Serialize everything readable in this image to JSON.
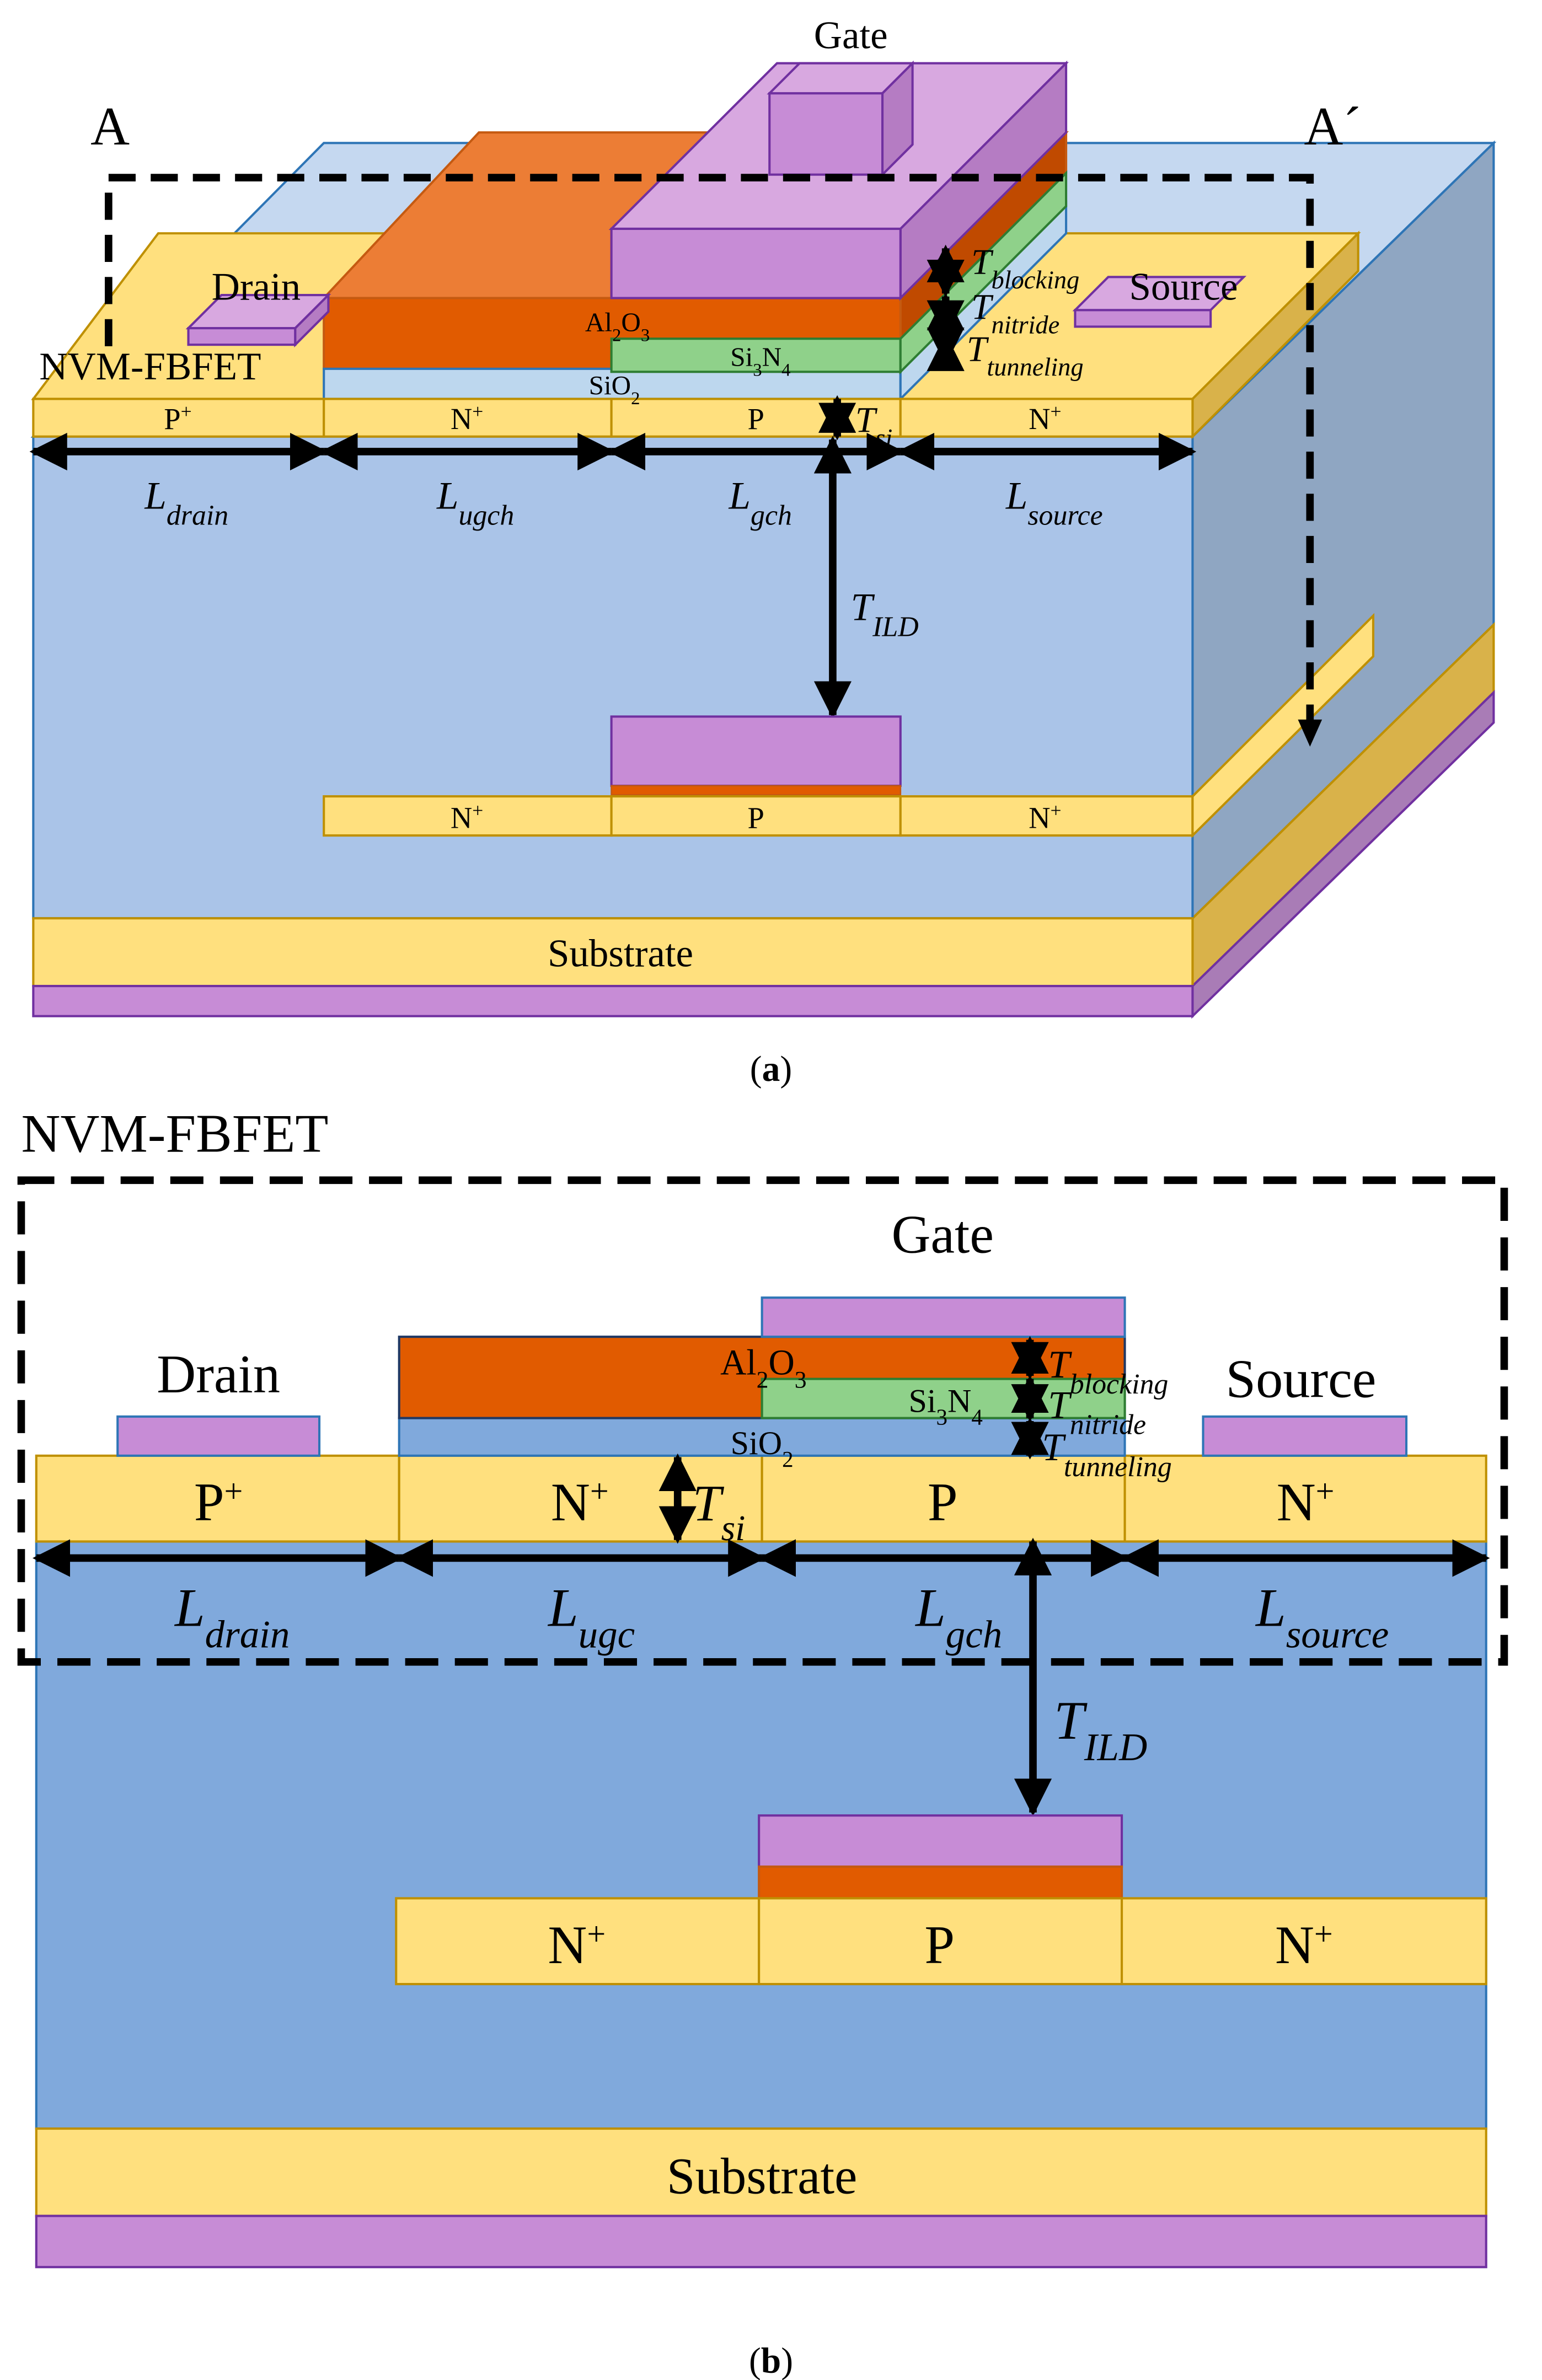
{
  "colors": {
    "silicon": "#FFE07E",
    "silicon_stroke": "#BF9000",
    "oxide_a": "#AAC4E8",
    "oxide_b": "#80A9DC",
    "oxide_stroke": "#2E75B6",
    "al2o3": "#E15B00",
    "al2o3_top": "#EC7D35",
    "si3n4": "#8FD18A",
    "si3n4_stroke": "#2E7D32",
    "metal": "#C78CD6",
    "metal_stroke": "#7030A0",
    "side_dark": "#8AA3BF",
    "sio2_light": "#BDD7EE",
    "sio2_light_stroke": "#2E75B6"
  },
  "panel_a": {
    "caption_open": "(",
    "caption_letter": "a",
    "caption_close": ")",
    "section_left": "A",
    "section_right": "A´",
    "device_name": "NVM-FBFET",
    "gate": "Gate",
    "drain": "Drain",
    "source": "Source",
    "al2o3": "Al",
    "al2o3_sub1": "2",
    "al2o3_mid": "O",
    "al2o3_sub2": "3",
    "si3n4": "Si",
    "si3n4_sub1": "3",
    "si3n4_mid": "N",
    "si3n4_sub2": "4",
    "sio2": "SiO",
    "sio2_sub": "2",
    "p_plus": "P",
    "n_plus": "N",
    "p": "P",
    "plus": "+",
    "substrate": "Substrate",
    "dims": {
      "t": "T",
      "blocking": "blocking",
      "nitride": "nitride",
      "tunneling": "tunneling",
      "si": "si",
      "ild": "ILD",
      "l": "L",
      "drain": "drain",
      "ugch": "ugch",
      "gch": "gch",
      "source": "source"
    }
  },
  "panel_b": {
    "caption_open": "(",
    "caption_letter": "b",
    "caption_close": ")",
    "device_name": "NVM-FBFET",
    "gate": "Gate",
    "drain": "Drain",
    "source": "Source",
    "al2o3": "Al",
    "al2o3_sub1": "2",
    "al2o3_mid": "O",
    "al2o3_sub2": "3",
    "si3n4": "Si",
    "si3n4_sub1": "3",
    "si3n4_mid": "N",
    "si3n4_sub2": "4",
    "sio2": "SiO",
    "sio2_sub": "2",
    "p_plus": "P",
    "n_plus": "N",
    "p": "P",
    "plus": "+",
    "substrate": "Substrate",
    "dims": {
      "t": "T",
      "blocking": "blocking",
      "nitride": "nitride",
      "tunneling": "tunneling",
      "si": "si",
      "ild": "ILD",
      "l": "L",
      "drain": "drain",
      "ugc": "ugc",
      "gch": "gch",
      "source": "source"
    }
  }
}
